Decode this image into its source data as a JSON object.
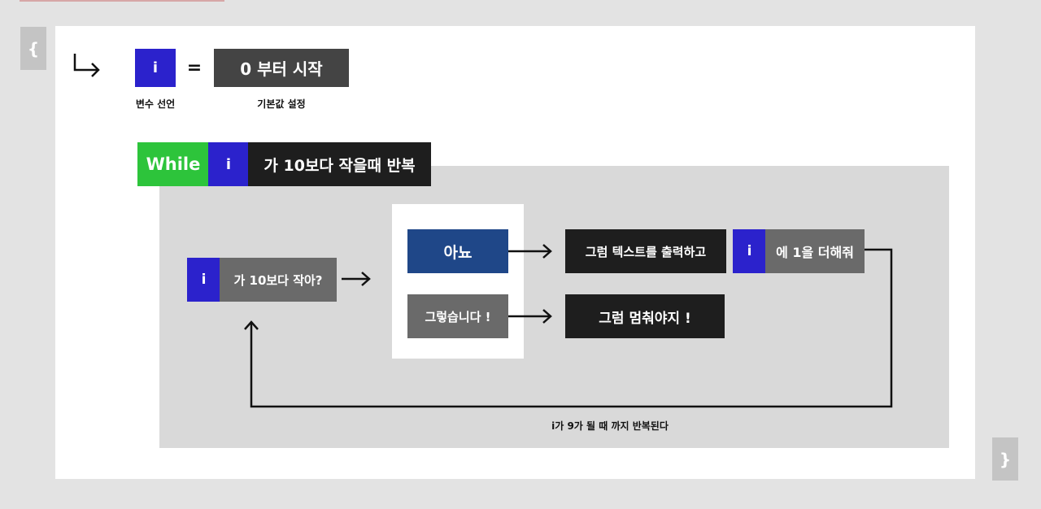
{
  "braces": {
    "open": "{",
    "close": "}"
  },
  "declare": {
    "var": "i",
    "equals": "=",
    "value": "0 부터 시작",
    "var_caption": "변수 선언",
    "value_caption": "기본값 설정"
  },
  "while_bar": {
    "keyword": "While",
    "var": "i",
    "condition": "가 10보다 작을때 반복"
  },
  "check": {
    "var": "i",
    "text": "가 10보다 작아?"
  },
  "answers": {
    "no": "아뇨",
    "yes": "그렇습니다 !"
  },
  "actions": {
    "print": "그럼 텍스트를 출력하고",
    "add_var": "i",
    "add_text": "에 1을 더해줘",
    "stop": "그럼 멈춰야지 !"
  },
  "loop_note": "i가 9가 될 때 까지 반복된다",
  "colors": {
    "var_blue": "#2b22cc",
    "while_green": "#2dc43b",
    "no_navy": "#1f4788",
    "dark_box": "#1e1e1e",
    "grey_box": "#6a6a6a"
  },
  "icons": {
    "enter_arrow": "return-arrow-icon"
  }
}
